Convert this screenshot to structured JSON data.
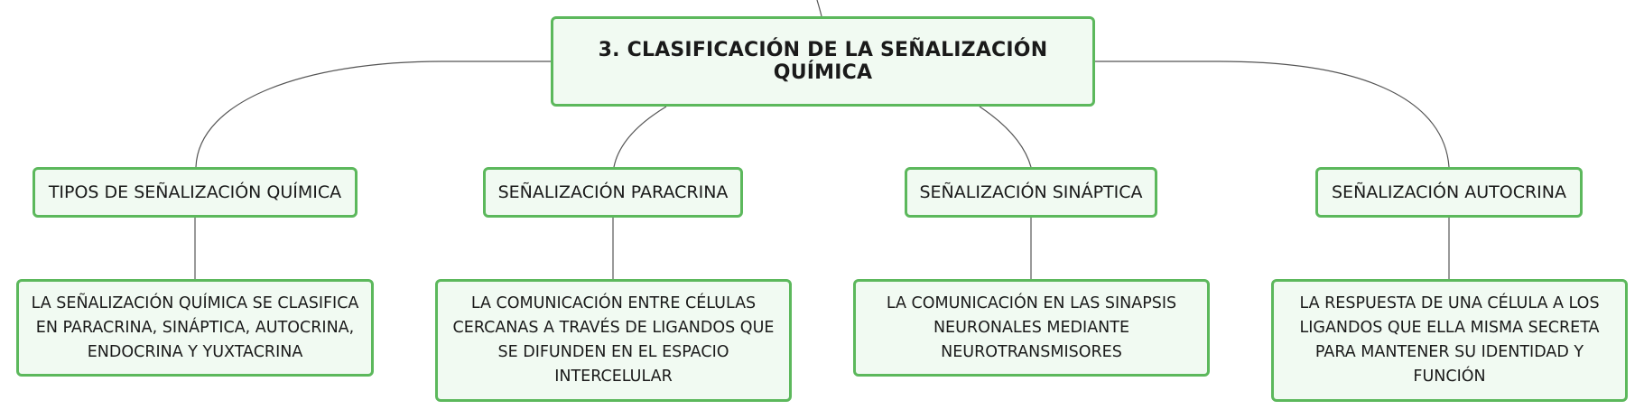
{
  "root": {
    "label": "3. CLASIFICACIÓN DE LA SEÑALIZACIÓN QUÍMICA"
  },
  "branches": [
    {
      "topic": "TIPOS DE SEÑALIZACIÓN QUÍMICA",
      "description": "LA SEÑALIZACIÓN QUÍMICA SE CLASIFICA EN PARACRINA, SINÁPTICA, AUTOCRINA, ENDOCRINA Y YUXTACRINA"
    },
    {
      "topic": "SEÑALIZACIÓN PARACRINA",
      "description": "LA COMUNICACIÓN ENTRE CÉLULAS CERCANAS A TRAVÉS DE LIGANDOS QUE SE DIFUNDEN EN EL ESPACIO INTERCELULAR"
    },
    {
      "topic": "SEÑALIZACIÓN SINÁPTICA",
      "description": "LA COMUNICACIÓN EN LAS SINAPSIS NEURONALES MEDIANTE NEUROTRANSMISORES"
    },
    {
      "topic": "SEÑALIZACIÓN AUTOCRINA",
      "description": "LA RESPUESTA DE UNA CÉLULA A LOS LIGANDOS QUE ELLA MISMA SECRETA PARA MANTENER SU IDENTIDAD Y FUNCIÓN"
    }
  ],
  "colors": {
    "node_border": "#5cb85c",
    "node_fill": "#f1faf2",
    "connector": "#555555"
  }
}
